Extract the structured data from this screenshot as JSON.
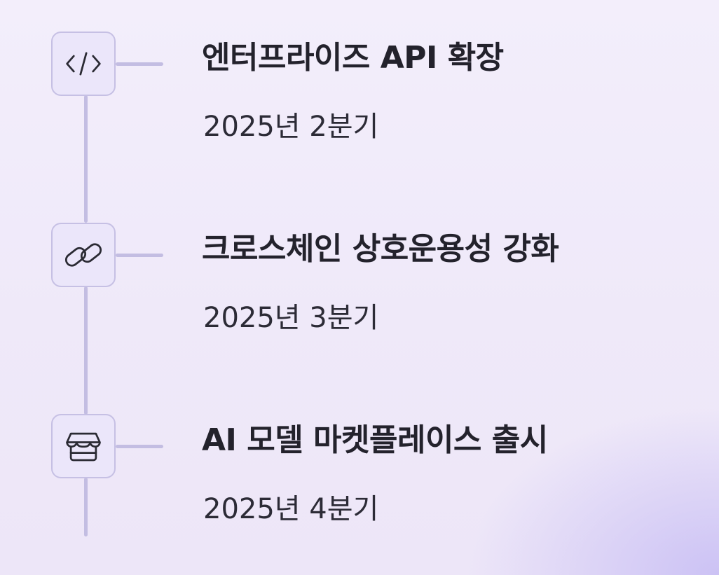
{
  "roadmap": {
    "items": [
      {
        "icon": "code-icon",
        "title": "엔터프라이즈 API 확장",
        "date": "2025년 2분기"
      },
      {
        "icon": "link-icon",
        "title": "크로스체인 상호운용성 강화",
        "date": "2025년 3분기"
      },
      {
        "icon": "storefront-icon",
        "title": "AI 모델 마켓플레이스 출시",
        "date": "2025년 4분기"
      }
    ]
  },
  "colors": {
    "background": "#f1ebfa",
    "connector": "#c3bde2",
    "icon_box_fill": "#ebe6fa",
    "icon_stroke": "#2a2a33",
    "text": "#23222c"
  }
}
